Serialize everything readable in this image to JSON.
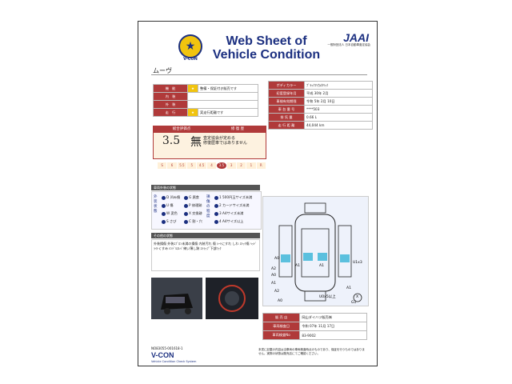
{
  "header": {
    "logo_label": "V-CON",
    "title_line1": "Web Sheet of",
    "title_line2": "Vehicle Condition",
    "org": "JAAI",
    "org_sub": "一般財団法人 日本自動車査定協会"
  },
  "car_name": "ムーヴ",
  "condition_rows": [
    {
      "label": "機　能",
      "value": "整備・保証付き販売です"
    },
    {
      "label": "内　装",
      "value": ""
    },
    {
      "label": "外　装",
      "value": ""
    },
    {
      "label": "走　行",
      "value": "実走行距離です"
    }
  ],
  "spec_rows": [
    {
      "label": "ボディカラー",
      "value": "ﾌﾞﾗｯｸﾏｲｶﾒﾀﾘｯｸ"
    },
    {
      "label": "初度登録年月",
      "value": "平成 30年 2月"
    },
    {
      "label": "車検有効期限",
      "value": "令和 5年 2月 10日"
    },
    {
      "label": "車 台 番 号",
      "value": "****503"
    },
    {
      "label": "排 気 量",
      "value": "0.66 L"
    },
    {
      "label": "走 行 距 離",
      "value": "44,044 km"
    }
  ],
  "score": {
    "label": "総合評価点",
    "value": "3.5",
    "history_label": "修 復 歴",
    "history_value": "無",
    "history_note_line1": "査定協会が定める",
    "history_note_line2": "修復歴車ではありません"
  },
  "rank_scale": [
    "S",
    "6",
    "5.5",
    "5",
    "4.5",
    "4",
    "3.5",
    "3",
    "2",
    "1",
    "R"
  ],
  "rank_active": "3.5",
  "legend": {
    "header": "車両外装の状態",
    "vertical_label": "外装状態",
    "items": [
      {
        "code": "D",
        "label": "凹み傷"
      },
      {
        "code": "U",
        "label": "傷"
      },
      {
        "code": "W",
        "label": "変色"
      },
      {
        "code": "S",
        "label": "さび"
      },
      {
        "code": "G",
        "label": "腐食"
      },
      {
        "code": "P",
        "label": "修理跡"
      },
      {
        "code": "X",
        "label": "交換跡"
      },
      {
        "code": "C",
        "label": "割・穴"
      }
    ],
    "size_label": "損傷の程度",
    "sizes": [
      {
        "code": "1",
        "label": "500円玉サイズ未満"
      },
      {
        "code": "2",
        "label": "カードサイズ未満"
      },
      {
        "code": "3",
        "label": "A4サイズ未満"
      },
      {
        "code": "4",
        "label": "A4サイズ以上"
      }
    ]
  },
  "notes": {
    "header": "その他の状態",
    "text": "外装損傷 外装ｴﾌﾟﾛﾝ未満の損傷 内装汚れ 傷 ｼｰﾄにすれ しわ ｽﾄｯｸ傷 ﾍｯﾄﾞﾗｲﾄくすみ ﾊﾝﾄﾞﾙｽﾚﾍﾞ綺い薄し跡 ｽﾄﾗｯﾌﾟ下部ﾜｯｸ"
  },
  "diagram_marks": [
    "A0",
    "U1x3",
    "A2",
    "A1",
    "A1",
    "A1",
    "A1",
    "A0",
    "A2",
    "A0",
    "G1",
    "U0x5以上",
    "X"
  ],
  "dealer": [
    {
      "label": "販 売 店",
      "value": "岡山ダイハツ販売㈱"
    },
    {
      "label": "車両検査日",
      "value": "令和 07年 11月 17日"
    },
    {
      "label": "車両検査No",
      "value": "83-9002"
    }
  ],
  "footer": {
    "code": "NO83055-001618-1",
    "logo": "V-CON",
    "sub": "Vehicle Condition Check System",
    "note": "本書に記載の内容は当車両の車両検査時点のものであり、保証を行うものではありません。実際の状態は販売店にてご確認ください。"
  },
  "colors": {
    "brand": "#1b2f80",
    "accent": "#b03a3a",
    "star": "#f1c40f"
  }
}
